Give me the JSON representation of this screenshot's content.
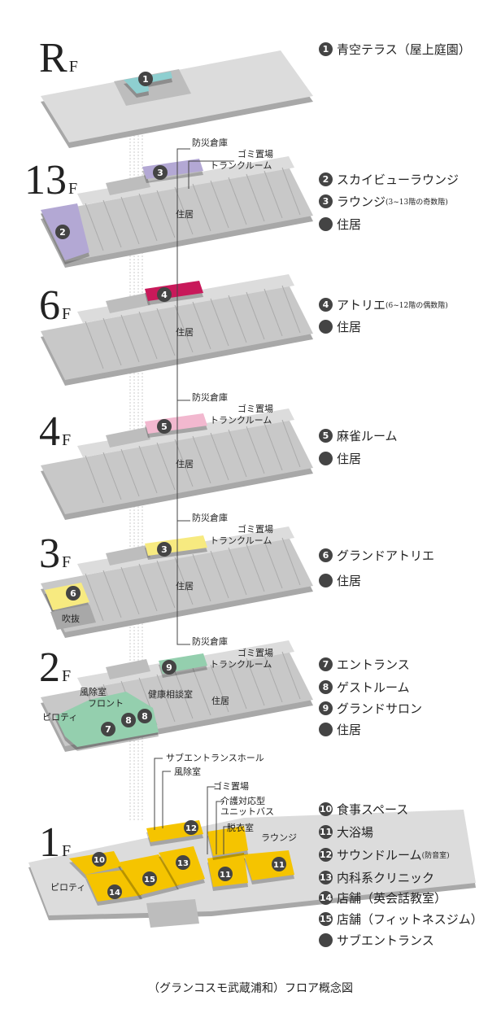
{
  "floors": [
    {
      "id": "RF",
      "num": "R",
      "suffix": "F",
      "legend": [
        {
          "badge": "1",
          "text": "青空テラス（屋上庭園）"
        }
      ]
    },
    {
      "id": "13F",
      "num": "13",
      "suffix": "F",
      "legend": [
        {
          "badge": "2",
          "text": "スカイビューラウンジ"
        },
        {
          "badge": "3",
          "text": "ラウンジ",
          "note": "(3~13階の奇数階)"
        },
        {
          "badge": "",
          "text": "住居"
        }
      ]
    },
    {
      "id": "6F",
      "num": "6",
      "suffix": "F",
      "legend": [
        {
          "badge": "4",
          "text": "アトリエ",
          "note": "(6~12階の偶数階)"
        },
        {
          "badge": "",
          "text": "住居"
        }
      ]
    },
    {
      "id": "4F",
      "num": "4",
      "suffix": "F",
      "legend": [
        {
          "badge": "5",
          "text": "麻雀ルーム"
        },
        {
          "badge": "",
          "text": "住居"
        }
      ]
    },
    {
      "id": "3F",
      "num": "3",
      "suffix": "F",
      "legend": [
        {
          "badge": "6",
          "text": "グランドアトリエ"
        },
        {
          "badge": "",
          "text": "住居"
        }
      ]
    },
    {
      "id": "2F",
      "num": "2",
      "suffix": "F",
      "legend": [
        {
          "badge": "7",
          "text": "エントランス"
        },
        {
          "badge": "8",
          "text": "ゲストルーム"
        },
        {
          "badge": "9",
          "text": "グランドサロン"
        },
        {
          "badge": "",
          "text": "住居"
        }
      ]
    },
    {
      "id": "1F",
      "num": "1",
      "suffix": "F",
      "legend": [
        {
          "badge": "10",
          "text": "食事スペース"
        },
        {
          "badge": "11",
          "text": "大浴場"
        },
        {
          "badge": "12",
          "text": "サウンドルーム",
          "note": "(防音室)"
        },
        {
          "badge": "13",
          "text": "内科系クリニック"
        },
        {
          "badge": "14",
          "text": "店舗（英会話教室）"
        },
        {
          "badge": "15",
          "text": "店舗（フィットネスジム）"
        },
        {
          "badge": "",
          "text": "サブエントランス"
        }
      ]
    }
  ],
  "labels": {
    "residence": "住居",
    "disaster_storage": "防災倉庫",
    "garbage": "ゴミ置場",
    "trunk_room": "トランクルーム",
    "atrium": "吹抜",
    "piloti": "ピロティ",
    "windbreak": "風除室",
    "front": "フロント",
    "health": "健康相談室",
    "sub_entrance_hall": "サブエントランスホール",
    "care_bath": "介護対応型",
    "care_bath2": "ユニットバス",
    "dressing": "脱衣室",
    "lounge": "ラウンジ"
  },
  "colors": {
    "rf": "#8ecfd0",
    "f13": "#b3a8d4",
    "f6": "#c8195a",
    "f4": "#f2b8cf",
    "f3": "#f7ea80",
    "f2": "#94cfae",
    "f1": "#f5c400",
    "slab": "#c8c8c8",
    "slab_light": "#dcdcdc",
    "badge": "#444444"
  },
  "caption": "（グランコスモ武蔵浦和）フロア概念図"
}
